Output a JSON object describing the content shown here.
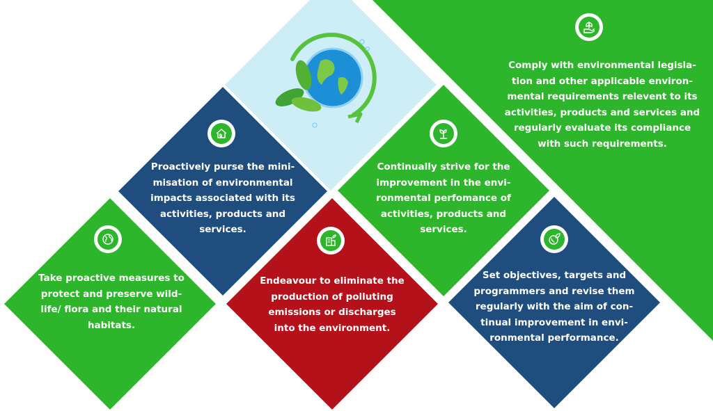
{
  "colors": {
    "green": "#2db52b",
    "navy": "#1f4e7e",
    "red": "#b5111b",
    "light_blue": "#cdedf7",
    "white": "#ffffff"
  },
  "central_image": "globe-with-leaves",
  "policies": [
    {
      "id": "comply",
      "color": "green",
      "icon": "hand-plant-icon",
      "text": "Comply with environmental legisla-\ntion and other applicable environ-\nmental requirements relevent to its\nactivities, products and services and\nregularly evaluate its compliance\nwith such requirements."
    },
    {
      "id": "continual-strive",
      "color": "green",
      "icon": "growth-plant-icon",
      "text": "Continually strive for the\nimprovement in the envi-\nronmental perfomance of\nactivities, products and\nservices."
    },
    {
      "id": "minimisation",
      "color": "navy",
      "icon": "eco-house-icon",
      "text": "Proactively purse the mini-\nmisation of environmental\nimpacts associated with its\nactivities, products and\nservices."
    },
    {
      "id": "wildlife",
      "color": "green",
      "icon": "globe-icon",
      "text": "Take proactive measures to\nprotect and preserve wild-\nlife/ flora and their natural\nhabitats."
    },
    {
      "id": "emissions",
      "color": "red",
      "icon": "eco-building-icon",
      "text": "Endeavour to eliminate the\nproduction of polluting\nemissions or discharges\ninto the environment."
    },
    {
      "id": "objectives",
      "color": "navy",
      "icon": "eco-planet-icon",
      "text": "Set objectives, targets and\nprogrammers and revise them\nregularly with the aim of con-\ntinual improvement in envi-\nronmental performance."
    }
  ]
}
